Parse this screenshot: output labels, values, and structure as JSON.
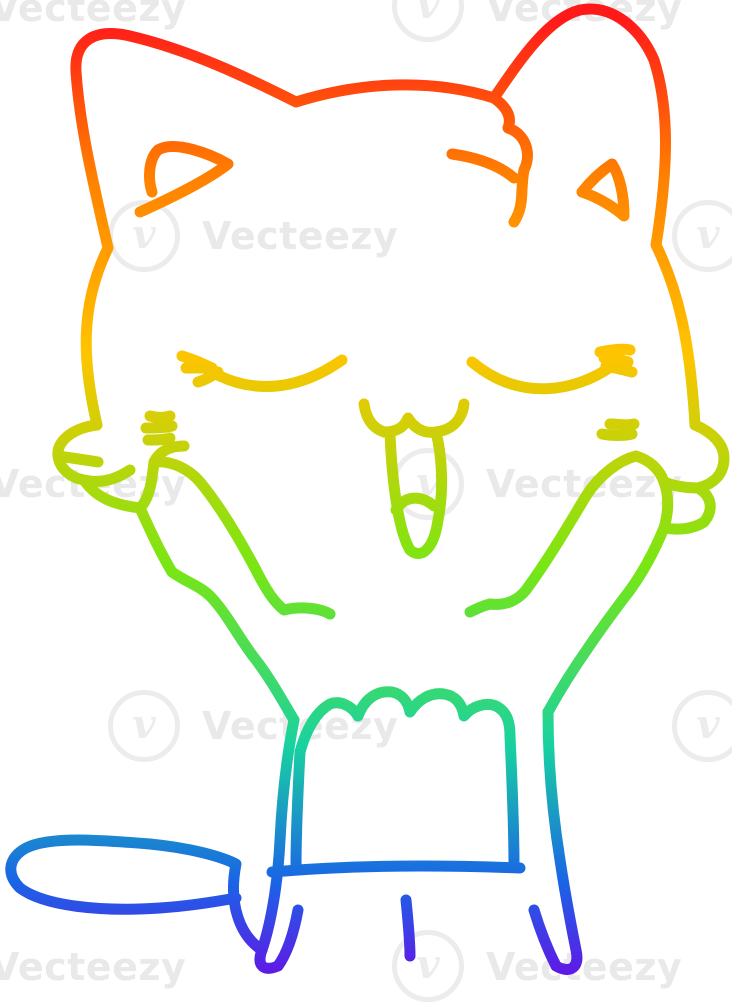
{
  "watermark": {
    "brand": "Vecteezy"
  },
  "illustration": {
    "subject": "cartoon-cat",
    "style": "rainbow-gradient-line-art",
    "gradient_colors": [
      "#ff1a1a",
      "#ff8000",
      "#ffc400",
      "#78e614",
      "#19d2a0",
      "#1a64e6",
      "#6414e6"
    ],
    "background": "#ffffff"
  }
}
